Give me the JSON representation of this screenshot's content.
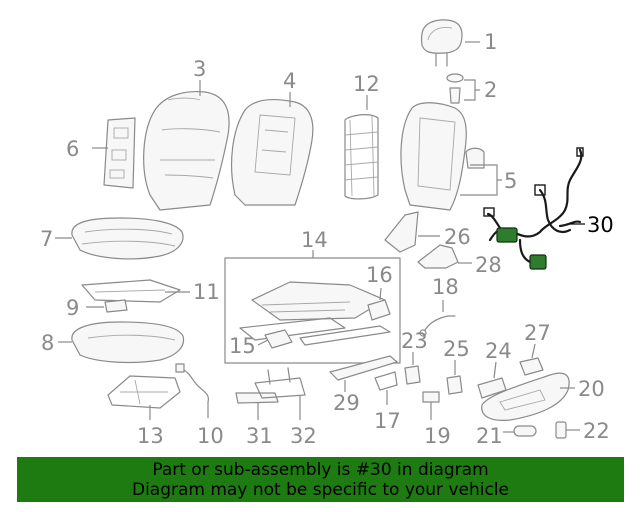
{
  "diagram": {
    "highlighted_part": "30",
    "callouts": [
      "1",
      "2",
      "3",
      "4",
      "5",
      "6",
      "7",
      "8",
      "9",
      "11",
      "12",
      "13",
      "10",
      "14",
      "15",
      "16",
      "17",
      "18",
      "19",
      "20",
      "21",
      "22",
      "23",
      "24",
      "25",
      "26",
      "27",
      "28",
      "29",
      "30",
      "31",
      "32"
    ],
    "colors": {
      "highlight": "#1e7b12",
      "part_line": "#8a8a8a",
      "harness": "#1a1a1a"
    }
  },
  "banner": {
    "line1": "Part or sub-assembly is #30 in diagram",
    "line2": "Diagram may not be specific to your vehicle",
    "color": "#1e7b12"
  }
}
